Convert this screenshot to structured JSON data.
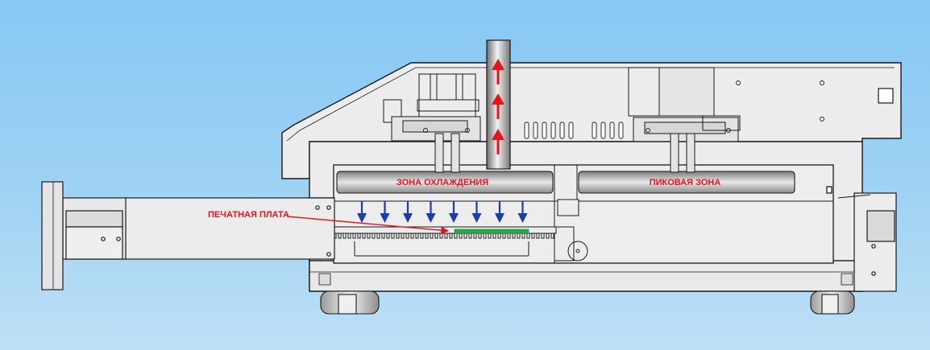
{
  "labels": {
    "cooling_zone": "ЗОНА ОХЛАЖДЕНИЯ",
    "peak_zone": "ПИКОВАЯ ЗОНА",
    "pcb": "ПЕЧАТНАЯ ПЛАТА"
  },
  "colors": {
    "background_top": "#86c8f5",
    "machine_body": "#eaeaea",
    "outline": "#1a1a1a",
    "exhaust_arrow": "#e8141b",
    "cooling_arrow": "#1a3bb8",
    "pcb_label": "#e8141b",
    "pcb_highlight": "#2aa84a"
  },
  "icons": {
    "exhaust_arrow": "arrow-up-icon",
    "cooling_arrow": "arrow-down-icon",
    "pointer_arrow": "arrow-right-icon"
  }
}
